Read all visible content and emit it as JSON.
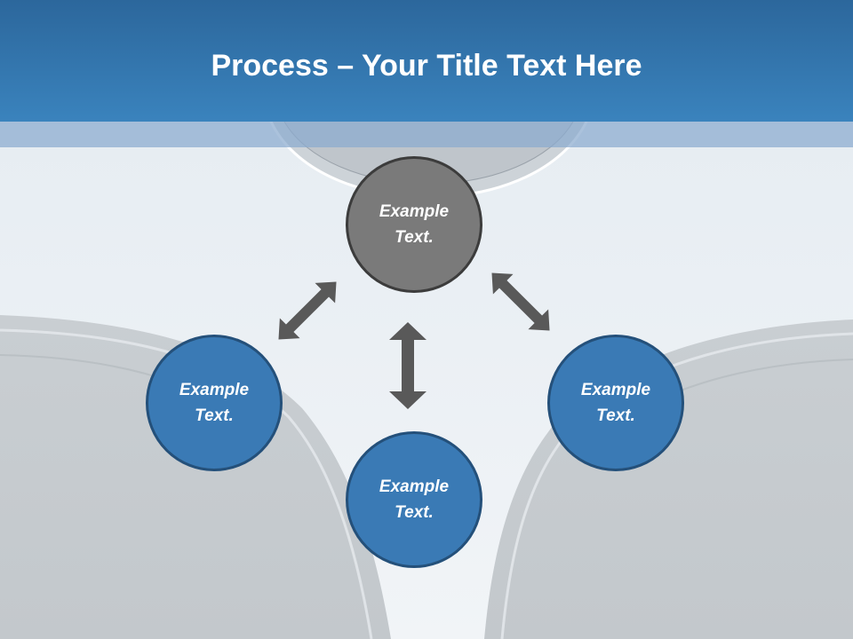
{
  "slide": {
    "title_strong": "Process",
    "title_rest": " – Your Title Text Here"
  },
  "nodes": {
    "top": "Example Text.",
    "left": "Example Text.",
    "bottom": "Example Text.",
    "right": "Example Text."
  },
  "colors": {
    "header": "#3a7fba",
    "node_blue": "#3a7ab5",
    "node_gray": "#7a7a7a",
    "arrow": "#595959"
  }
}
